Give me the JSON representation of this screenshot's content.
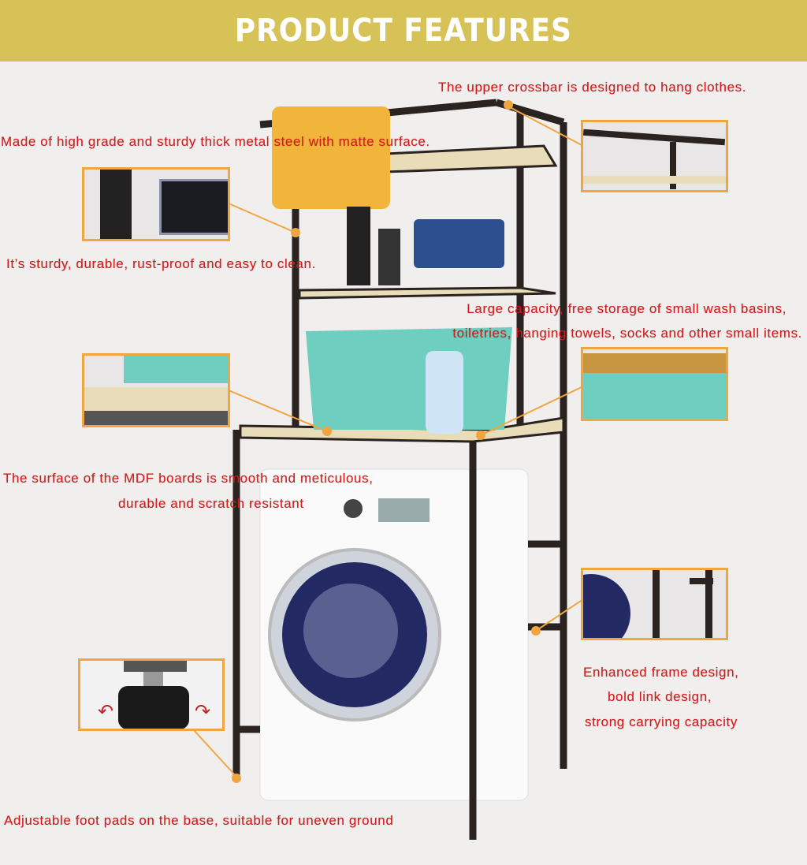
{
  "header": {
    "title": "PRODUCT FEATURES"
  },
  "colors": {
    "banner": "#d6c257",
    "caption_text": "#d41a1a",
    "callout_border": "#f0a640",
    "frame": "#2a2320",
    "shelf": "#e9dcb8",
    "basket": "#6ecfc0"
  },
  "captions": {
    "crossbar": "The upper crossbar is designed to hang clothes.",
    "steel": "Made of high grade and sturdy thick metal steel with matte surface.",
    "sturdy": "It’s sturdy, durable, rust-proof and easy to clean.",
    "capacity_line1": "Large capacity, free storage of small wash basins,",
    "capacity_line2": "toiletries, hanging towels, socks and other small items.",
    "mdf_line1": "The surface of the  MDF boards is smooth and meticulous,",
    "mdf_line2": "durable and scratch resistant",
    "frame_line1": "Enhanced frame design,",
    "frame_line2": "bold link design,",
    "frame_line3": "strong carrying capacity",
    "feet": "Adjustable foot pads on the base, suitable for uneven ground"
  }
}
